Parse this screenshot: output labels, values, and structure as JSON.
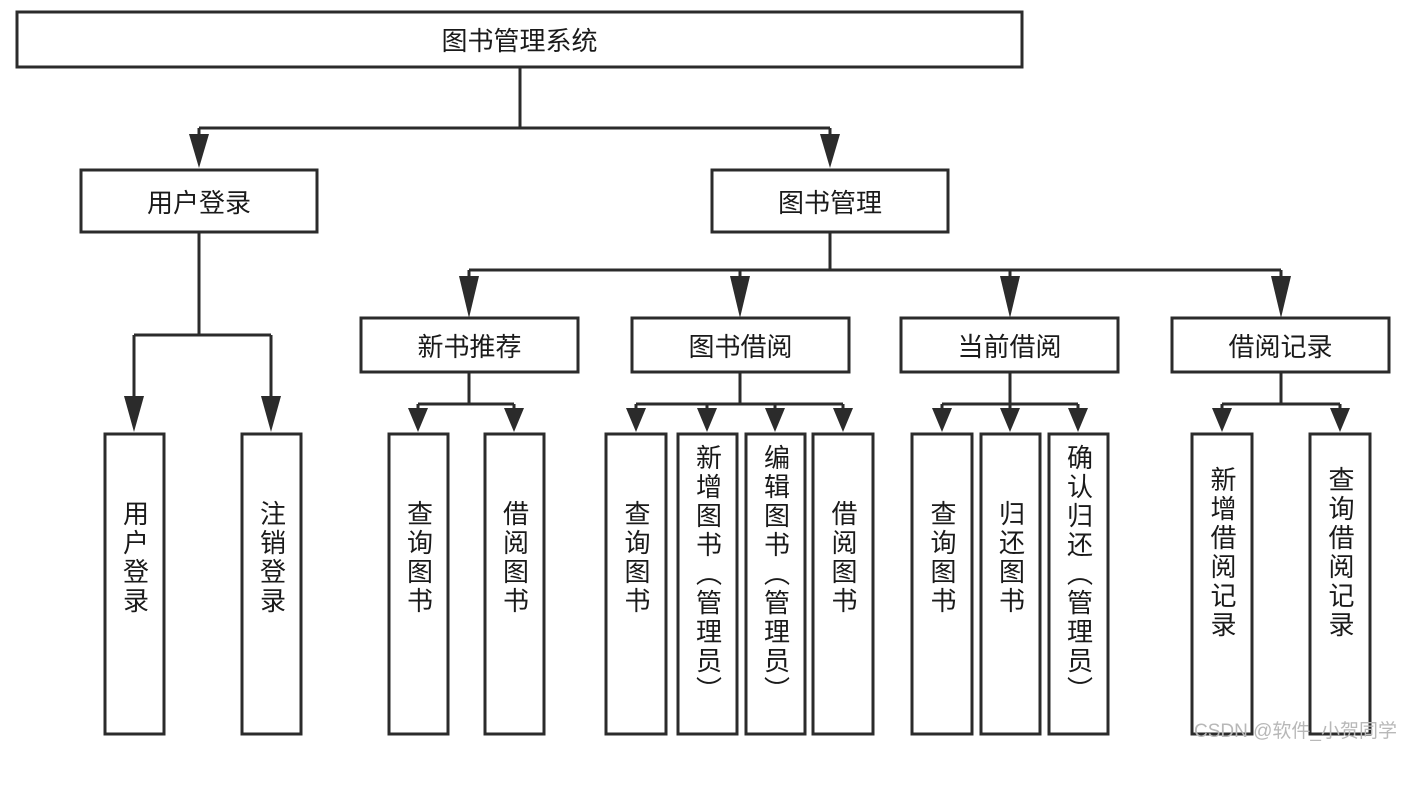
{
  "diagram": {
    "type": "tree-hierarchy",
    "title": "图书管理系统",
    "watermark": "CSDN @软件_小贺同学",
    "colors": {
      "stroke": "#2b2b2b",
      "box_fill": "#ffffff",
      "text": "#1a1a1a",
      "background": "#ffffff",
      "watermark": "#b8b8b8"
    },
    "root": {
      "id": "root",
      "label": "图书管理系统",
      "orientation": "horizontal"
    },
    "level2": [
      {
        "id": "user-login",
        "label": "用户登录",
        "orientation": "horizontal"
      },
      {
        "id": "book-management",
        "label": "图书管理",
        "orientation": "horizontal"
      }
    ],
    "level3": [
      {
        "id": "new-book-recommend",
        "label": "新书推荐",
        "orientation": "horizontal",
        "parent": "book-management"
      },
      {
        "id": "book-borrow",
        "label": "图书借阅",
        "orientation": "horizontal",
        "parent": "book-management"
      },
      {
        "id": "current-borrow",
        "label": "当前借阅",
        "orientation": "horizontal",
        "parent": "book-management"
      },
      {
        "id": "borrow-record",
        "label": "借阅记录",
        "orientation": "horizontal",
        "parent": "book-management"
      }
    ],
    "leaves": [
      {
        "id": "leaf-user-login",
        "label": "用户登录",
        "orientation": "vertical",
        "parent": "user-login"
      },
      {
        "id": "leaf-logout-login",
        "label": "注销登录",
        "orientation": "vertical",
        "parent": "user-login"
      },
      {
        "id": "leaf-query-book-1",
        "label": "查询图书",
        "orientation": "vertical",
        "parent": "new-book-recommend"
      },
      {
        "id": "leaf-borrow-book-1",
        "label": "借阅图书",
        "orientation": "vertical",
        "parent": "new-book-recommend"
      },
      {
        "id": "leaf-query-book-2",
        "label": "查询图书",
        "orientation": "vertical",
        "parent": "book-borrow"
      },
      {
        "id": "leaf-add-book-admin",
        "label": "新增图书（管理员）",
        "orientation": "vertical",
        "parent": "book-borrow"
      },
      {
        "id": "leaf-edit-book-admin",
        "label": "编辑图书（管理员）",
        "orientation": "vertical",
        "parent": "book-borrow"
      },
      {
        "id": "leaf-borrow-book-2",
        "label": "借阅图书",
        "orientation": "vertical",
        "parent": "book-borrow"
      },
      {
        "id": "leaf-query-book-3",
        "label": "查询图书",
        "orientation": "vertical",
        "parent": "current-borrow"
      },
      {
        "id": "leaf-return-book",
        "label": "归还图书",
        "orientation": "vertical",
        "parent": "current-borrow"
      },
      {
        "id": "leaf-confirm-return-admin",
        "label": "确认归还（管理员）",
        "orientation": "vertical",
        "parent": "current-borrow"
      },
      {
        "id": "leaf-add-borrow-record",
        "label": "新增借阅记录",
        "orientation": "vertical",
        "parent": "borrow-record"
      },
      {
        "id": "leaf-query-borrow-record",
        "label": "查询借阅记录",
        "orientation": "vertical",
        "parent": "borrow-record"
      }
    ]
  }
}
